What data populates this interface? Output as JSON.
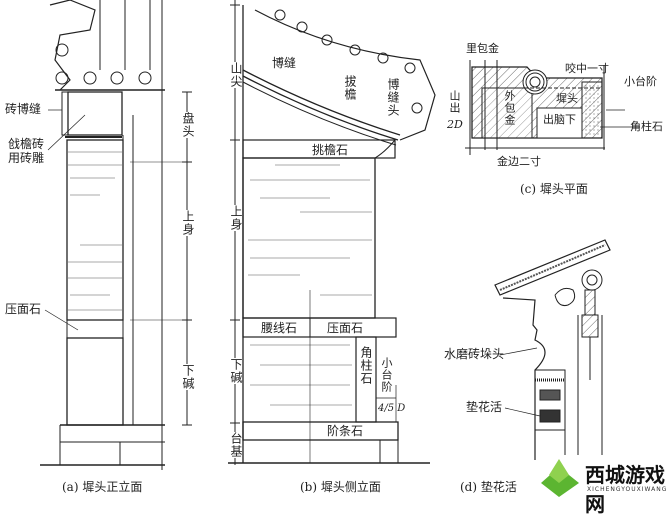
{
  "panel_a": {
    "caption": "(a) 墀头正立面",
    "labels": {
      "brick_boafeng": "砖博缝",
      "qiangyan_1": "戗檐砖",
      "qiangyan_2": "用砖雕",
      "yamianshi": "压面石"
    },
    "dims": {
      "pantou": "盘头",
      "shangshen": "上身",
      "xiajian": "下碱"
    }
  },
  "panel_b": {
    "caption": "(b) 墀头侧立面",
    "dims": {
      "shanjian": "山尖",
      "shangshen": "上身",
      "xiajian": "下碱",
      "taiji": "台基"
    },
    "labels": {
      "bofeng": "博缝",
      "bayan": "拔檐",
      "bofengtou": "博缝头",
      "tiaoyanshi": "挑檐石",
      "yaoxianshi": "腰线石",
      "yamianshi": "压面石",
      "jiaozhushi": "角柱石",
      "xiaotaijie": "小台阶",
      "fraction": "4/5 D",
      "jietiaoshi": "阶条石"
    }
  },
  "panel_c": {
    "caption": "(c) 墀头平面",
    "labels": {
      "libaojin": "里包金",
      "yaozhong": "咬中一寸",
      "xiaotaijie": "小台阶",
      "shanchu": "山出",
      "shanchu_val": "2D",
      "waibaojin": "外包金",
      "chitou": "墀头",
      "chunaoxia": "出脑下",
      "jiaozhushi": "角柱石",
      "jinbian": "金边二寸"
    }
  },
  "panel_d": {
    "caption": "(d) 垫花活",
    "labels": {
      "shuimo": "水磨砖垛头",
      "dianhua": "垫花活"
    }
  },
  "watermark": {
    "title": "西城游戏网",
    "subtitle": "XICHENGYOUXIWANG",
    "color": "#5cb531"
  }
}
